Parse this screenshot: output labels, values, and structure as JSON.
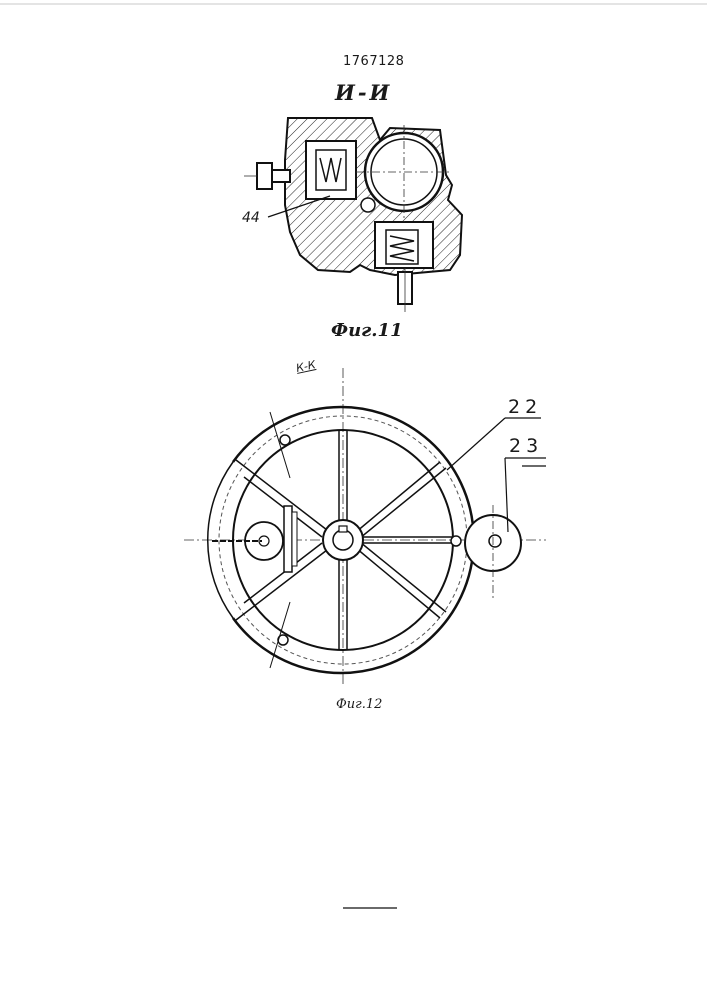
{
  "header": {
    "patent_number": "1767128"
  },
  "figure11": {
    "section_label": "И-И",
    "caption": "Фиг.11",
    "callout": "44"
  },
  "figure12": {
    "section_label": "К-К",
    "caption": "Фиг.12",
    "callouts": [
      "22",
      "23"
    ]
  }
}
